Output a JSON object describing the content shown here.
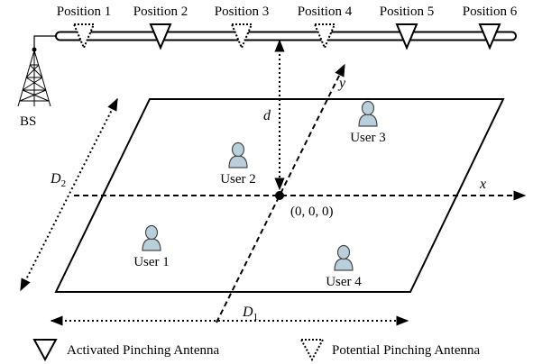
{
  "positions": [
    "Position 1",
    "Position 2",
    "Position 3",
    "Position 4",
    "Position 5",
    "Position 6"
  ],
  "antenna_states": [
    "potential",
    "activated",
    "potential",
    "potential",
    "activated",
    "activated"
  ],
  "bs_label": "BS",
  "users": [
    "User 1",
    "User 2",
    "User 3",
    "User 4"
  ],
  "axes": {
    "x": "x",
    "y": "y",
    "origin": "(0, 0, 0)"
  },
  "dims": {
    "d": "d",
    "D1": "D",
    "D1_sub": "1",
    "D2": "D",
    "D2_sub": "2"
  },
  "legend": {
    "activated": "Activated Pinching Antenna",
    "potential": "Potential Pinching Antenna"
  },
  "colors": {
    "user_fill": "#b9cfdc",
    "user_stroke": "#4a4a4a",
    "line": "#000000"
  }
}
